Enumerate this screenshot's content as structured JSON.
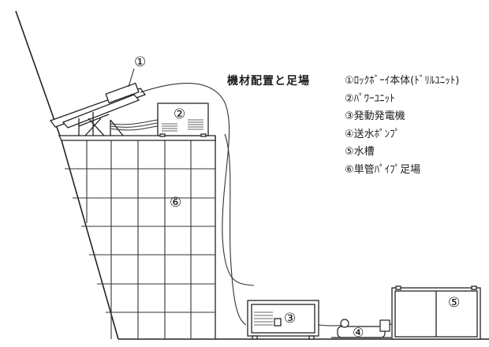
{
  "title": "機材配置と足場",
  "legend": [
    "①ﾛｯｸﾎﾞｰｲ本体(ﾄﾞﾘﾙﾕﾆｯﾄ)",
    "②ﾊﾟﾜｰﾕﾆｯﾄ",
    "③発動発電機",
    "④送水ﾎﾟﾝﾌﾟ",
    "⑤水槽",
    "⑥単管ﾊﾟｲﾌﾟ足場"
  ],
  "callouts": {
    "drill_unit": "①",
    "power_unit": "②",
    "generator": "③",
    "water_pump": "④",
    "water_tank": "⑤",
    "scaffold": "⑥"
  }
}
